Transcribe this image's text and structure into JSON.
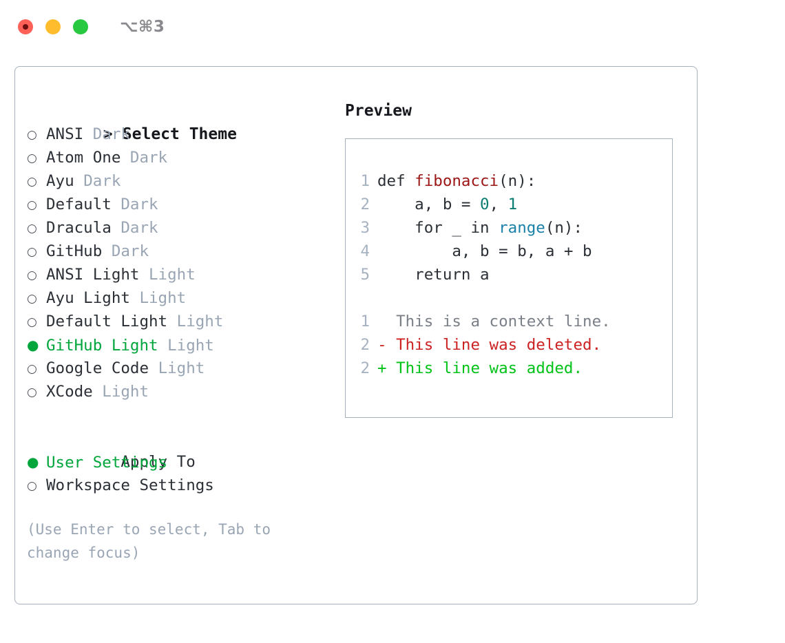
{
  "window": {
    "title": "⌥⌘3",
    "traffic_lights": [
      "close-red",
      "minimize-yellow",
      "maximize-green"
    ]
  },
  "theme_list": {
    "header": "Select Theme",
    "caret": ">",
    "bullet_empty": "○",
    "bullet_filled": "●",
    "items": [
      {
        "label": "ANSI",
        "tag": "Dark",
        "selected": false
      },
      {
        "label": "Atom One",
        "tag": "Dark",
        "selected": false
      },
      {
        "label": "Ayu",
        "tag": "Dark",
        "selected": false
      },
      {
        "label": "Default",
        "tag": "Dark",
        "selected": false
      },
      {
        "label": "Dracula",
        "tag": "Dark",
        "selected": false
      },
      {
        "label": "GitHub",
        "tag": "Dark",
        "selected": false
      },
      {
        "label": "ANSI Light",
        "tag": "Light",
        "selected": false
      },
      {
        "label": "Ayu Light",
        "tag": "Light",
        "selected": false
      },
      {
        "label": "Default Light",
        "tag": "Light",
        "selected": false
      },
      {
        "label": "GitHub Light",
        "tag": "Light",
        "selected": true
      },
      {
        "label": "Google Code",
        "tag": "Light",
        "selected": false
      },
      {
        "label": "XCode",
        "tag": "Light",
        "selected": false
      }
    ]
  },
  "apply_to": {
    "header": "Apply To",
    "items": [
      {
        "label": "User Settings",
        "selected": true
      },
      {
        "label": "Workspace Settings",
        "selected": false
      }
    ]
  },
  "hint": "(Use Enter to select, Tab to change focus)",
  "preview": {
    "title": "Preview",
    "code_lines": [
      {
        "num": "1",
        "segments": [
          {
            "text": "def ",
            "type": "plain"
          },
          {
            "text": "fibonacci",
            "type": "fn"
          },
          {
            "text": "(n):",
            "type": "plain"
          }
        ]
      },
      {
        "num": "2",
        "segments": [
          {
            "text": "    a, b = ",
            "type": "plain"
          },
          {
            "text": "0",
            "type": "num"
          },
          {
            "text": ", ",
            "type": "plain"
          },
          {
            "text": "1",
            "type": "num"
          }
        ]
      },
      {
        "num": "3",
        "segments": [
          {
            "text": "    for _ in ",
            "type": "plain"
          },
          {
            "text": "range",
            "type": "call"
          },
          {
            "text": "(n):",
            "type": "plain"
          }
        ]
      },
      {
        "num": "4",
        "segments": [
          {
            "text": "        a, b = b, a + b",
            "type": "plain"
          }
        ]
      },
      {
        "num": "5",
        "segments": [
          {
            "text": "    return a",
            "type": "plain"
          }
        ]
      }
    ],
    "diff_lines": [
      {
        "num": "1",
        "marker": "  ",
        "text": "This is a context line.",
        "type": "ctx"
      },
      {
        "num": "2",
        "marker": "- ",
        "text": "This line was deleted.",
        "type": "del"
      },
      {
        "num": "2",
        "marker": "+ ",
        "text": "This line was added.",
        "type": "add"
      }
    ]
  },
  "colors": {
    "accent_green": "#00a63b",
    "muted": "#9aa5b4",
    "border": "#a7b0bd",
    "text": "#2b2f36",
    "diff_add": "#00c217",
    "diff_del": "#cc2222",
    "syntax_fn": "#9d1616",
    "syntax_num": "#0a7d72",
    "syntax_call": "#1a81a8"
  }
}
